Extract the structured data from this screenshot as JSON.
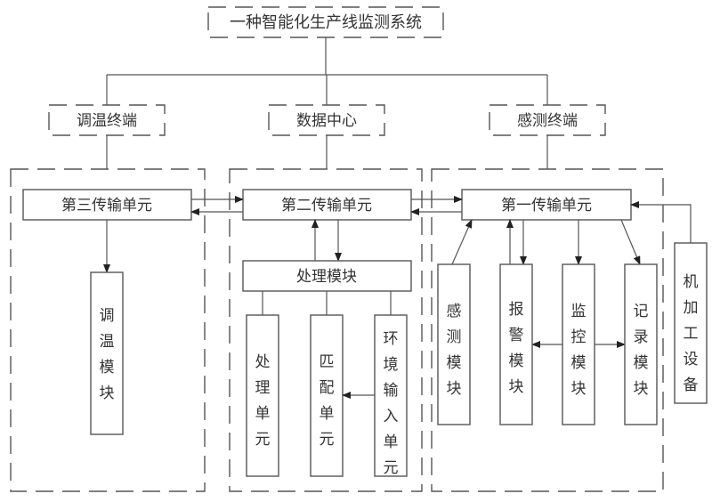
{
  "title": "一种智能化生产线监测系统",
  "terminals": [
    {
      "id": "temp-terminal",
      "label": "调温终端"
    },
    {
      "id": "data-center",
      "label": "数据中心"
    },
    {
      "id": "sensing-terminal",
      "label": "感测终端"
    }
  ],
  "transmission_units": {
    "third": "第三传输单元",
    "second": "第二传输单元",
    "first": "第一传输单元"
  },
  "temp_group": {
    "module": "调温模块"
  },
  "data_group": {
    "processing_module": "处理模块",
    "units": [
      "处理单元",
      "匹配单元",
      "环境输入单元"
    ]
  },
  "sensing_group": {
    "modules": [
      "感测模块",
      "报警模块",
      "监控模块",
      "记录模块"
    ]
  },
  "external_device": "机加工设备",
  "colors": {
    "line": "#555555",
    "text": "#333333",
    "background": "#ffffff"
  }
}
